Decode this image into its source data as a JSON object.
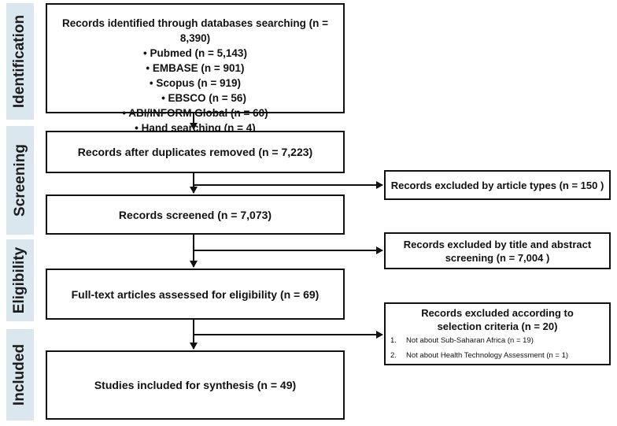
{
  "stages": {
    "identification": "Identification",
    "screening": "Screening",
    "eligibility": "Eligibility",
    "included": "Included"
  },
  "identification": {
    "title": "Records identified through databases searching (n = 8,390)",
    "sources": [
      "• Pubmed (n = 5,143)",
      "• EMBASE (n = 901)",
      "• Scopus (n = 919)",
      "• EBSCO (n = 56)",
      "• ABI/INFORM Global (n = 60)",
      "• Hand searching (n = 4)"
    ]
  },
  "screening": {
    "after_duplicates": "Records after duplicates removed (n = 7,223)",
    "screened": "Records screened (n = 7,073)"
  },
  "eligibility": {
    "assessed": "Full-text articles assessed for eligibility (n = 69)"
  },
  "included": {
    "studies": "Studies included for synthesis (n = 49)"
  },
  "exclusions": {
    "article_types": "Records excluded by article types (n = 150 )",
    "title_abstract_line1": "Records excluded by title and abstract",
    "title_abstract_line2": "screening (n =  7,004 )",
    "selection_title": "Records excluded according to selection criteria (n = 20)",
    "criteria": [
      {
        "num": "1.",
        "text": "Not about Sub-Saharan Africa (n = 19)"
      },
      {
        "num": "2.",
        "text": "Not about Health Technology Assessment (n = 1)"
      }
    ]
  }
}
